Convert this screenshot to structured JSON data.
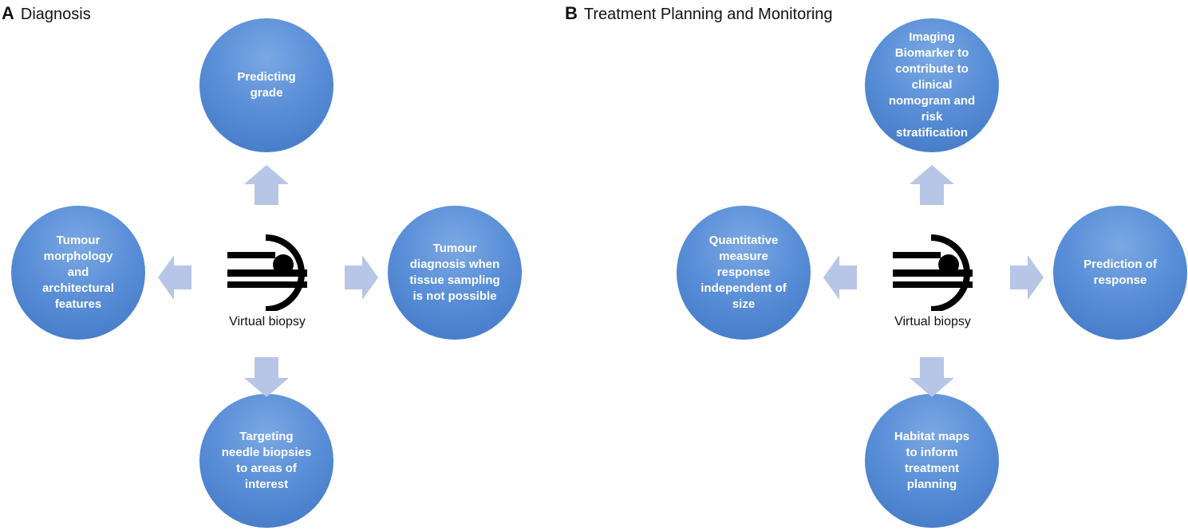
{
  "colors": {
    "node_fill": "#4a80cf",
    "arrow_fill": "#b7c6e6",
    "icon": "#000000"
  },
  "panels": [
    {
      "letter": "A",
      "title": "Diagnosis",
      "center": {
        "label": "Virtual biopsy",
        "icon": "mri-scanner-icon"
      },
      "nodes": {
        "top": "Predicting\ngrade",
        "left": "Tumour\nmorphology\nand\narchitectural\nfeatures",
        "right": "Tumour\ndiagnosis when\ntissue sampling\nis not possible",
        "bottom": "Targeting\nneedle biopsies\nto areas of\ninterest"
      }
    },
    {
      "letter": "B",
      "title": "Treatment Planning and Monitoring",
      "center": {
        "label": "Virtual biopsy",
        "icon": "mri-scanner-icon"
      },
      "nodes": {
        "top": "Imaging\nBiomarker to\ncontribute to\nclinical\nnomogram and\nrisk\nstratification",
        "left": "Quantitative\nmeasure\nresponse\nindependent of\nsize",
        "right": "Prediction of\nresponse",
        "bottom": "Habitat maps\nto inform\ntreatment\nplanning"
      }
    }
  ]
}
